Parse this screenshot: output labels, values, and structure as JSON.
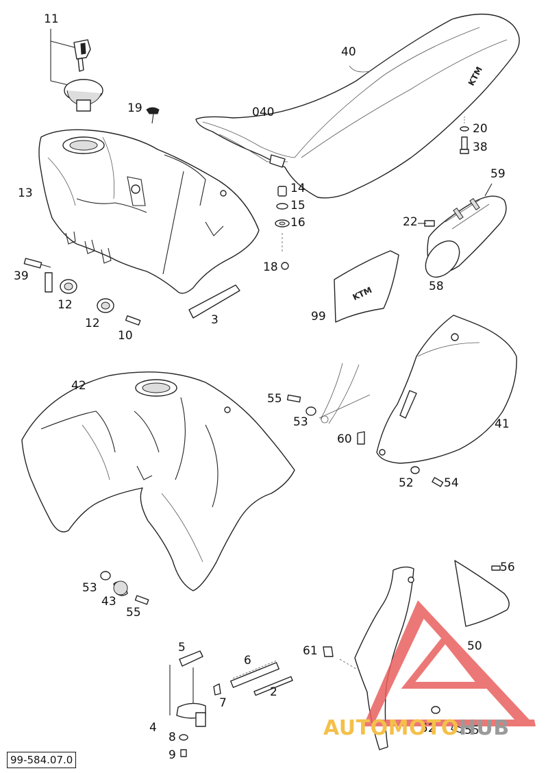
{
  "diagram": {
    "reference_code": "99-584.07.0",
    "watermark": {
      "part1": "AUTOMOTO",
      "part2": "HUB",
      "color_primary": "#f4c04a",
      "color_triangle": "#e8615f",
      "color_secondary": "#9a9a9a"
    },
    "labels": {
      "p11": "11",
      "p19": "19",
      "p40": "40",
      "p040": "040",
      "p20": "20",
      "p38": "38",
      "p13": "13",
      "p14": "14",
      "p15": "15",
      "p16": "16",
      "p59": "59",
      "p22": "22",
      "p18": "18",
      "p39": "39",
      "p12a": "12",
      "p12b": "12",
      "p10": "10",
      "p3": "3",
      "p99": "99",
      "p58": "58",
      "p42": "42",
      "p55a": "55",
      "p53a": "53",
      "p60": "60",
      "p41": "41",
      "p52a": "52",
      "p54": "54",
      "p53b": "53",
      "p43": "43",
      "p55b": "55",
      "p56": "56",
      "p50": "50",
      "p5": "5",
      "p6": "6",
      "p61": "61",
      "p7": "7",
      "p2": "2",
      "p4": "4",
      "p8": "8",
      "p9": "9",
      "p52b": "52",
      "p55c": "55"
    }
  }
}
